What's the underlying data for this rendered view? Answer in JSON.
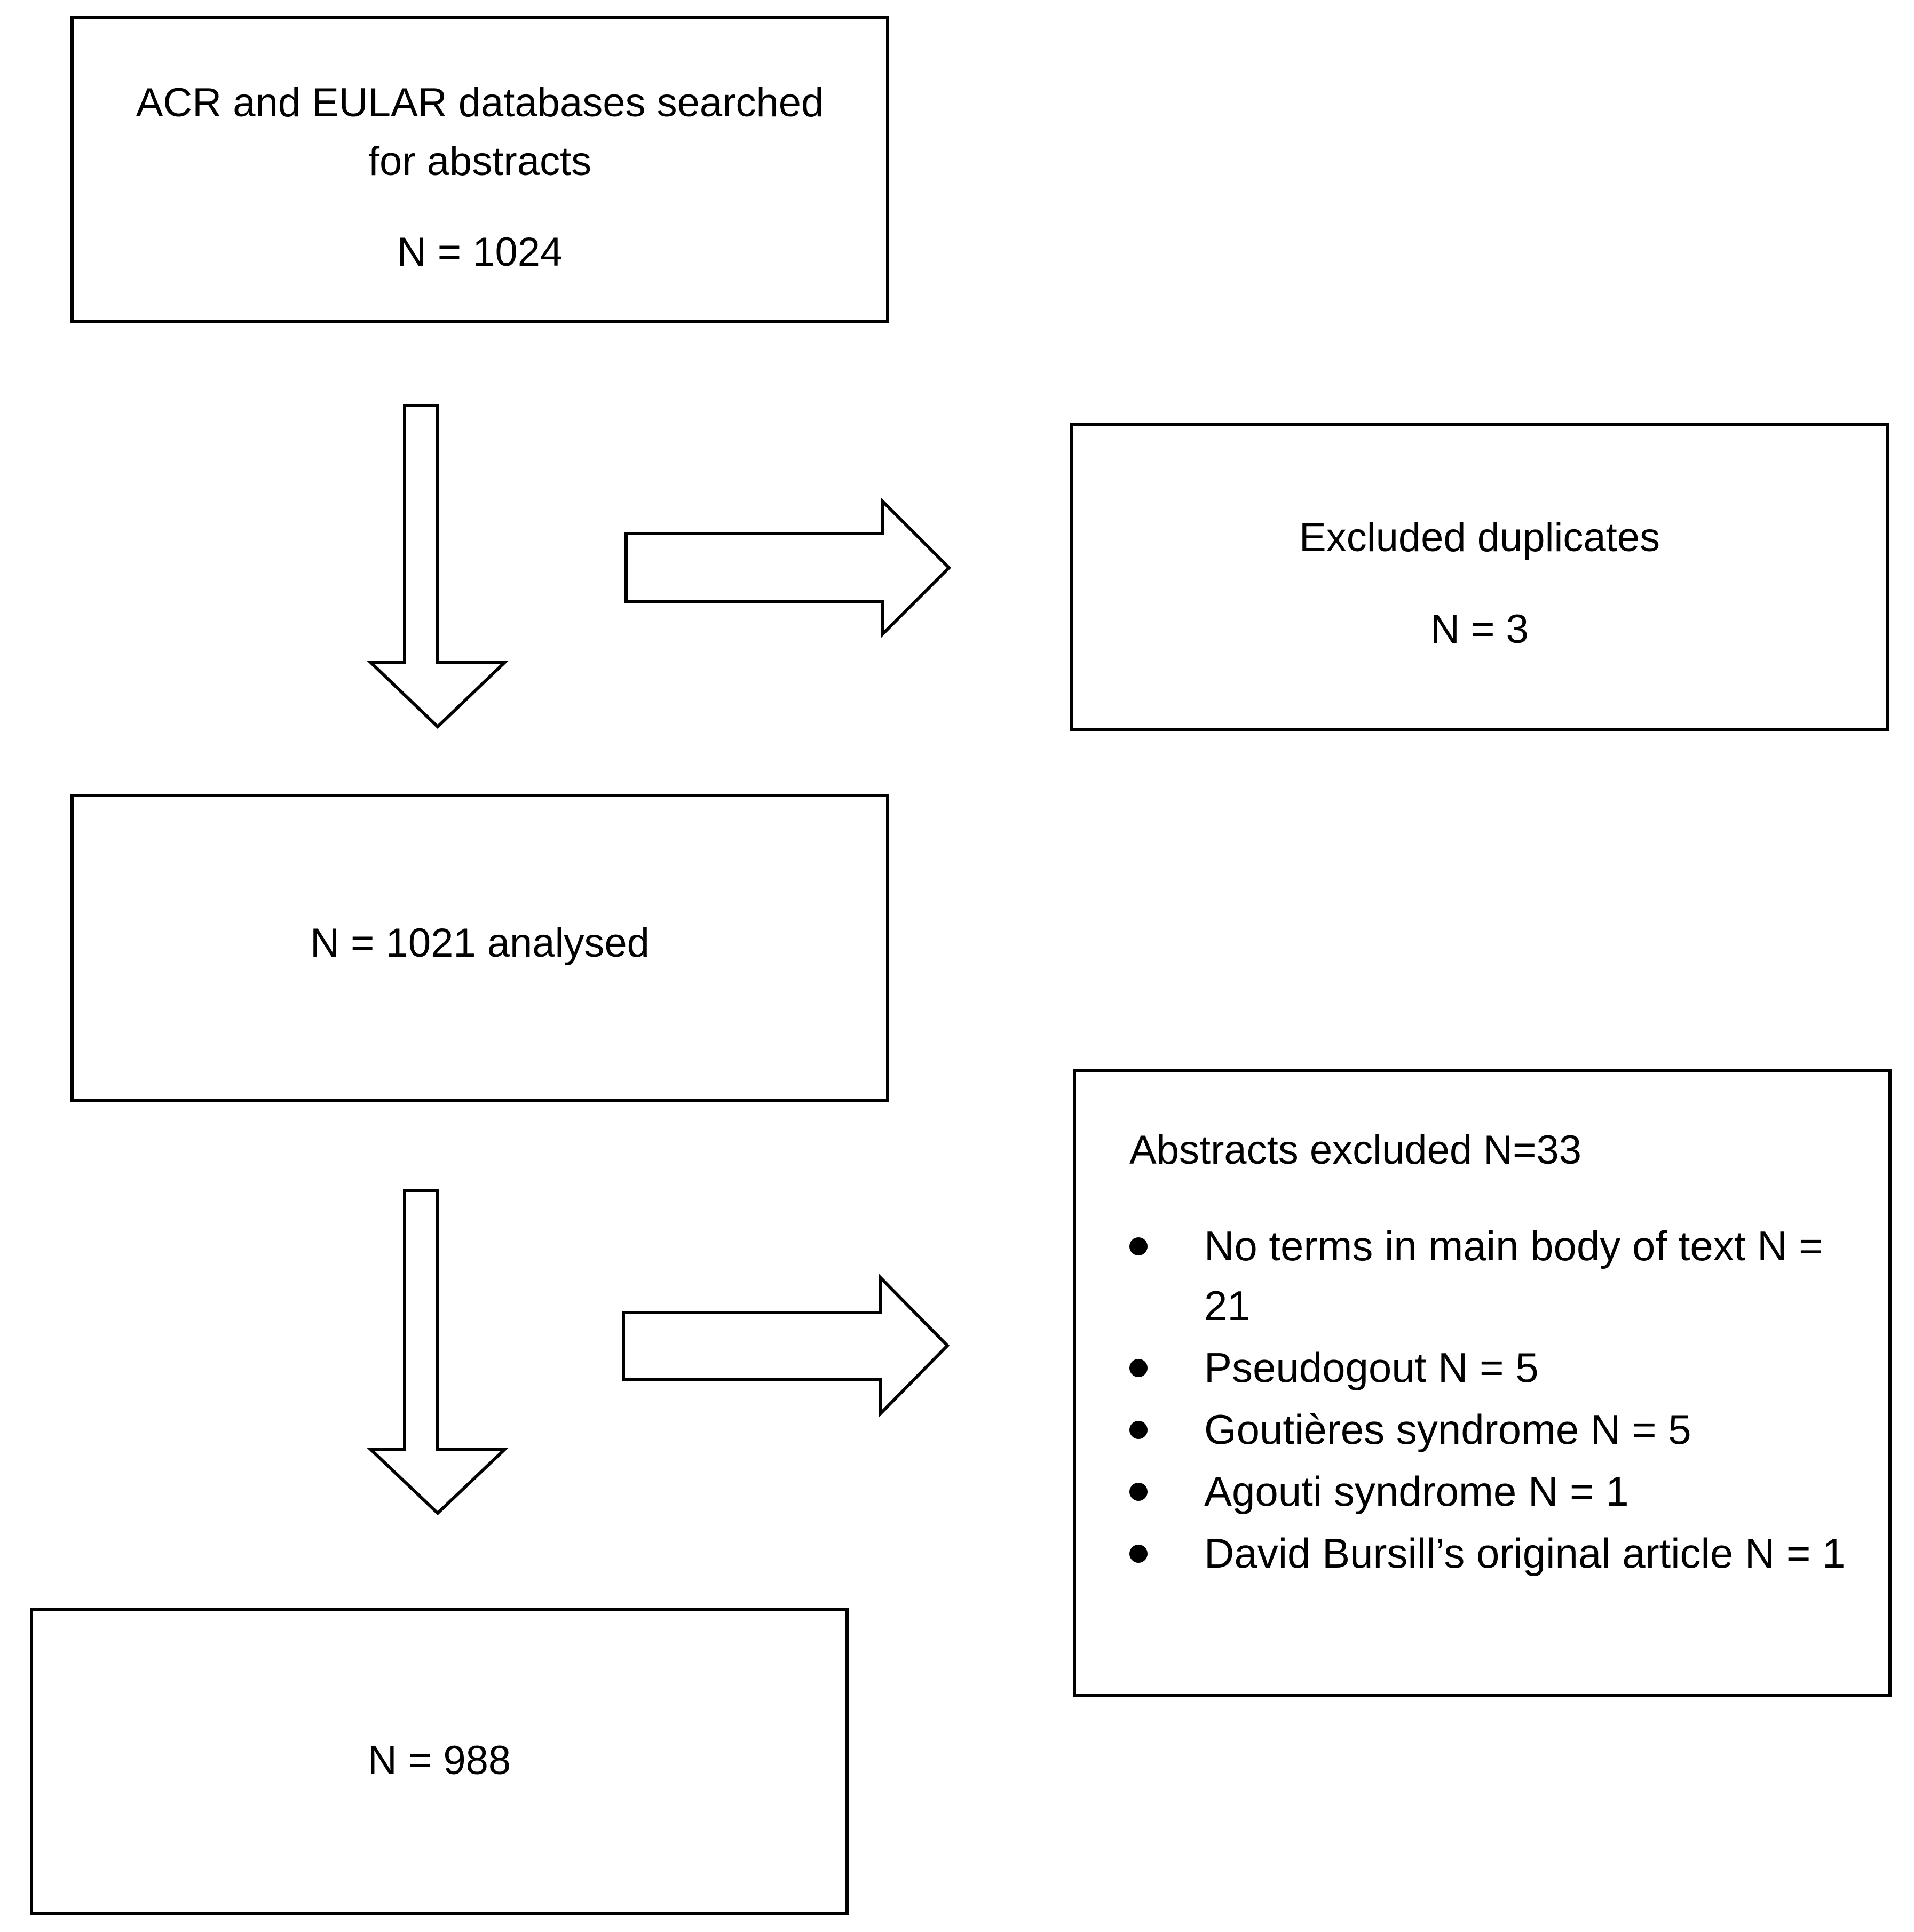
{
  "boxes": {
    "search": {
      "line1": "ACR and EULAR databases searched",
      "line2": "for abstracts",
      "count": "N = 1024"
    },
    "duplicates": {
      "label": "Excluded duplicates",
      "count": "N = 3"
    },
    "analysed": {
      "label": "N = 1021 analysed"
    },
    "excluded_abstracts": {
      "heading": "Abstracts excluded N=33",
      "items": [
        "No terms in main body of text N = 21",
        "Pseudogout N = 5",
        "Goutières syndrome N = 5",
        "Agouti syndrome N = 1",
        "David Bursill’s original article N = 1"
      ]
    },
    "final": {
      "label": "N = 988"
    }
  }
}
